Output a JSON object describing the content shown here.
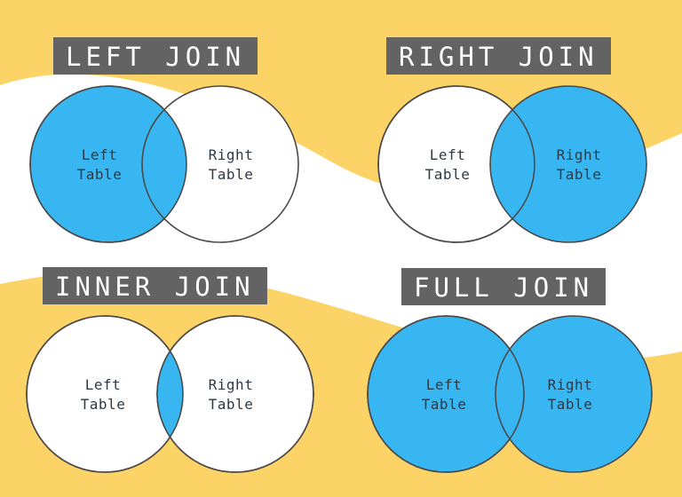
{
  "figure": {
    "title_style": "banner",
    "colors": {
      "background_white": "#FFFFFF",
      "wave_yellow": "#FCD367",
      "highlight_blue": "#38B6F1",
      "banner_gray": "#636363",
      "circle_outline": "#4A4A4A",
      "banner_text": "#FFFFFF",
      "label_text": "#2E3A45"
    },
    "circle_labels": {
      "left": "Left\nTable",
      "right": "Right\nTable"
    }
  },
  "panels": [
    {
      "id": "left-join",
      "title": "LEFT JOIN",
      "left_label": "Left\nTable",
      "right_label": "Right\nTable",
      "left_fill": "#38B6F1",
      "right_fill": "#FFFFFF",
      "overlap_fill": "#38B6F1",
      "highlighted_regions": [
        "left-only",
        "intersection"
      ]
    },
    {
      "id": "right-join",
      "title": "RIGHT JOIN",
      "left_label": "Left\nTable",
      "right_label": "Right\nTable",
      "left_fill": "#FFFFFF",
      "right_fill": "#38B6F1",
      "overlap_fill": "#38B6F1",
      "highlighted_regions": [
        "right-only",
        "intersection"
      ]
    },
    {
      "id": "inner-join",
      "title": "INNER JOIN",
      "left_label": "Left\nTable",
      "right_label": "Right\nTable",
      "left_fill": "#FFFFFF",
      "right_fill": "#FFFFFF",
      "overlap_fill": "#38B6F1",
      "highlighted_regions": [
        "intersection"
      ]
    },
    {
      "id": "full-join",
      "title": "FULL JOIN",
      "left_label": "Left\nTable",
      "right_label": "Right\nTable",
      "left_fill": "#38B6F1",
      "right_fill": "#38B6F1",
      "overlap_fill": "#38B6F1",
      "highlighted_regions": [
        "left-only",
        "intersection",
        "right-only"
      ]
    }
  ]
}
